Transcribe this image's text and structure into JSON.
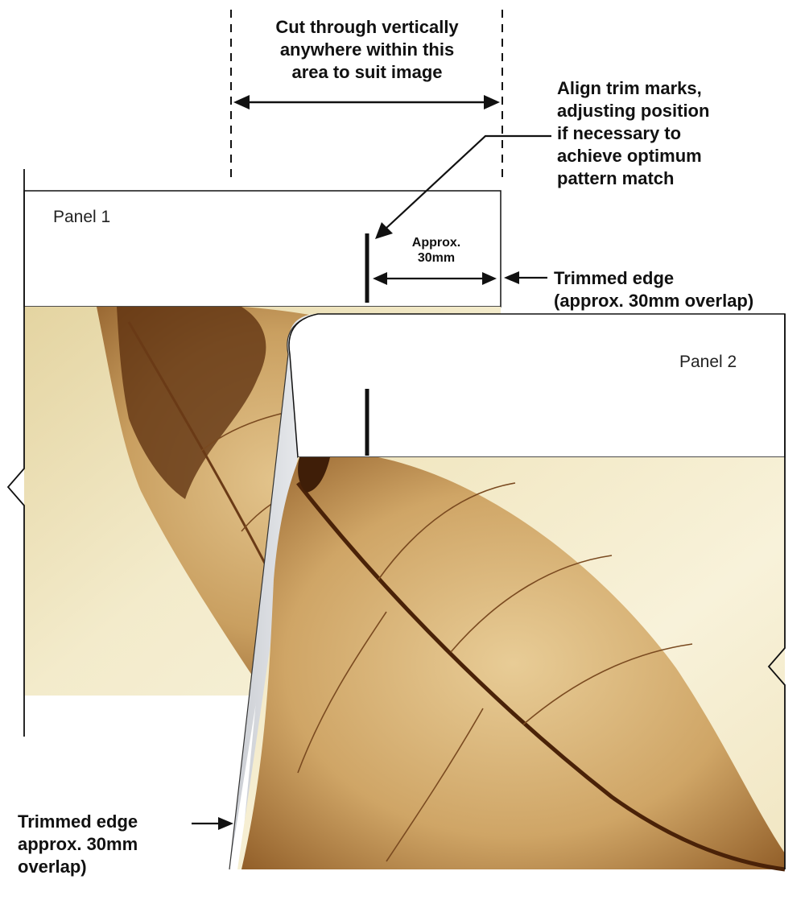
{
  "annotations": {
    "cut_area": [
      "Cut through vertically",
      "anywhere within this",
      "area to suit image"
    ],
    "align_trim": [
      "Align trim marks,",
      "adjusting position",
      "if necessary to",
      "achieve optimum",
      "pattern match"
    ],
    "approx_label": [
      "Approx.",
      "30mm"
    ],
    "trimmed_edge_right": [
      "Trimmed edge",
      "(approx. 30mm overlap)"
    ],
    "trimmed_edge_left": [
      "Trimmed edge",
      "approx. 30mm",
      "overlap)"
    ]
  },
  "panels": {
    "panel1_label": "Panel 1",
    "panel2_label": "Panel 2"
  },
  "colors": {
    "line": "#111111",
    "leaf_dark": "#5a2c0c",
    "leaf_mid": "#b98a4f",
    "leaf_light": "#e2c58e",
    "background_cream": "#f2e9c8",
    "fold_gray": "#d4d6da"
  }
}
